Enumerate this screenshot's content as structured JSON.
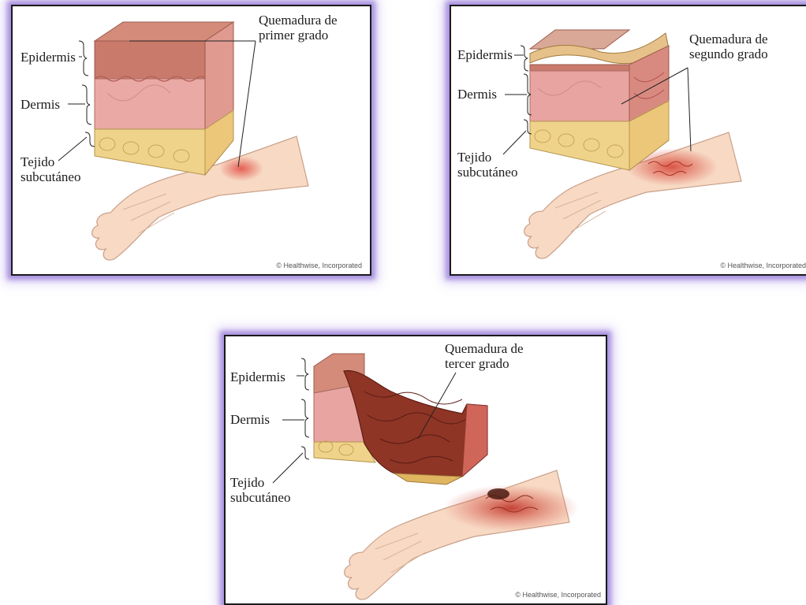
{
  "colors": {
    "panel_glow": "#9a7ad6",
    "epidermis": "#c87a6c",
    "dermis": "#e8a4a0",
    "fat": "#f0d38a",
    "skin": "#f7d9c4",
    "burn_red": "#d8483a",
    "char": "#6b2418"
  },
  "panels": [
    {
      "title": "Quemadura de\nprimer grado",
      "labels": {
        "epidermis": "Epidermis",
        "dermis": "Dermis",
        "subcutaneous": "Tejido\nsubcutáneo"
      },
      "copyright": "© Healthwise, Incorporated"
    },
    {
      "title": "Quemadura de\nsegundo grado",
      "labels": {
        "epidermis": "Epidermis",
        "dermis": "Dermis",
        "subcutaneous": "Tejido\nsubcutáneo"
      },
      "copyright": "© Healthwise, Incorporated"
    },
    {
      "title": "Quemadura de\ntercer grado",
      "labels": {
        "epidermis": "Epidermis",
        "dermis": "Dermis",
        "subcutaneous": "Tejido\nsubcutáneo"
      },
      "copyright": "© Healthwise, Incorporated"
    }
  ]
}
